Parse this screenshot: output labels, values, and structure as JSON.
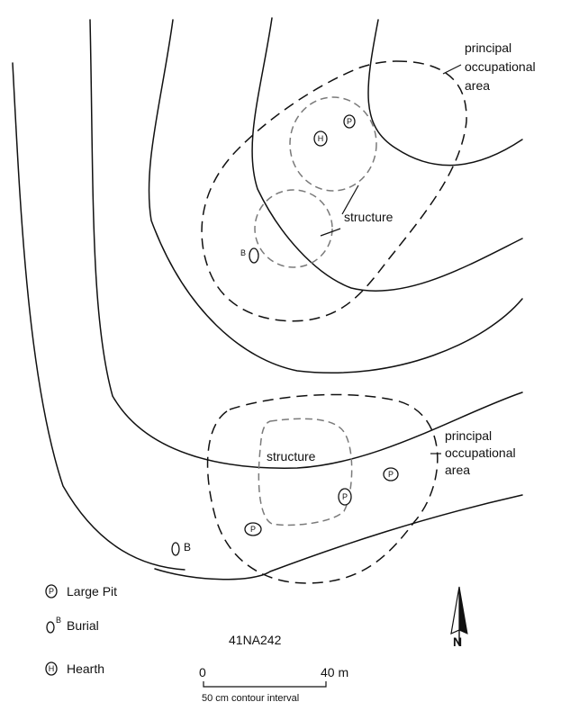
{
  "site_id": "41NA242",
  "labels": {
    "principal_area_1": [
      "principal",
      "occupational",
      "area"
    ],
    "principal_area_2": [
      "principal",
      "occupational",
      "area"
    ],
    "structure_1": "structure",
    "structure_2": "structure"
  },
  "feature_letters": {
    "pit": "P",
    "hearth": "H",
    "burial": "B"
  },
  "legend": {
    "items": [
      {
        "symbol": "P",
        "label": "Large Pit",
        "icon": "large-pit-icon"
      },
      {
        "symbol": "B",
        "label": "Burial",
        "icon": "burial-icon"
      },
      {
        "symbol": "H",
        "label": "Hearth",
        "icon": "hearth-icon"
      }
    ]
  },
  "scale_bar": {
    "start_label": "0",
    "end_label": "40 m",
    "contour_note": "50 cm contour interval"
  },
  "north_arrow": {
    "letter": "N",
    "icon": "north-arrow-icon"
  },
  "colors": {
    "ink": "#111111",
    "structure_outline": "#7a7a7a",
    "background": "#ffffff"
  }
}
